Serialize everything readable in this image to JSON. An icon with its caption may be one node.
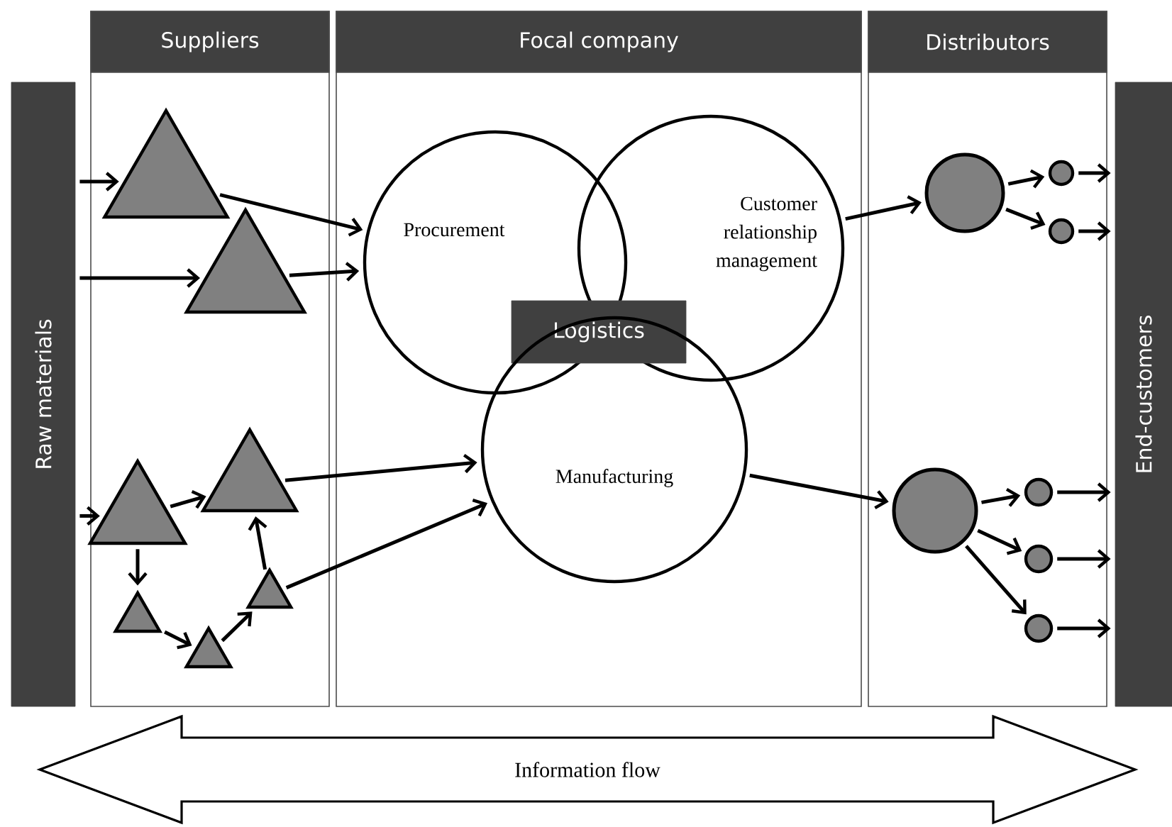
{
  "diagram": {
    "nodes": [
      {
        "text": [
          "Raw materials"
        ]
      },
      {
        "text": [
          "Suppliers"
        ]
      },
      {
        "text": [
          "Focal company"
        ]
      },
      {
        "text": [
          "Distributors"
        ]
      },
      {
        "text": [
          "End-customers"
        ]
      },
      {
        "text": [],
        "shape": "triangle",
        "in": 1
      },
      {
        "text": [],
        "shape": "triangle",
        "in": 1
      },
      {
        "text": [],
        "shape": "triangle",
        "in": 1
      },
      {
        "text": [],
        "shape": "triangle",
        "in": 1
      },
      {
        "text": [],
        "shape": "triangle",
        "in": 1
      },
      {
        "text": [],
        "shape": "triangle",
        "in": 1
      },
      {
        "text": [],
        "shape": "triangle",
        "in": 1
      },
      {
        "text": [
          "Procurement"
        ],
        "in": 2
      },
      {
        "text": [
          "Customer relationship management"
        ],
        "in": 2
      },
      {
        "text": [
          "Logistics"
        ],
        "in": 2
      },
      {
        "text": [
          "Manufacturing"
        ],
        "in": 2
      },
      {
        "text": [],
        "shape": "circle",
        "in": 3
      },
      {
        "text": [],
        "shape": "circle",
        "in": 3
      },
      {
        "text": [],
        "shape": "circle",
        "in": 3
      },
      {
        "text": [],
        "shape": "circle",
        "in": 3
      },
      {
        "text": [],
        "shape": "circle",
        "in": 3
      },
      {
        "text": [],
        "shape": "circle",
        "in": 3
      },
      {
        "text": [],
        "shape": "circle",
        "in": 3
      },
      {
        "text": [
          "Information flow"
        ]
      }
    ],
    "edges": [
      {
        "from": 0,
        "to": 5,
        "arrow": "to"
      },
      {
        "from": 0,
        "to": 6,
        "arrow": "to"
      },
      {
        "from": 0,
        "to": 7,
        "arrow": "to"
      },
      {
        "from": 5,
        "to": 12,
        "arrow": "to"
      },
      {
        "from": 6,
        "to": 12,
        "arrow": "to"
      },
      {
        "from": 7,
        "to": 8,
        "arrow": "to"
      },
      {
        "from": 8,
        "to": 15,
        "arrow": "to"
      },
      {
        "from": 7,
        "to": 9,
        "arrow": "to"
      },
      {
        "from": 9,
        "to": 10,
        "arrow": "to"
      },
      {
        "from": 10,
        "to": 11,
        "arrow": "to"
      },
      {
        "from": 11,
        "to": 8,
        "arrow": "to"
      },
      {
        "from": 11,
        "to": 15,
        "arrow": "to"
      },
      {
        "from": 13,
        "to": 16,
        "arrow": "to"
      },
      {
        "from": 16,
        "to": 17,
        "arrow": "to"
      },
      {
        "from": 16,
        "to": 18,
        "arrow": "to"
      },
      {
        "from": 17,
        "to": 4,
        "arrow": "to"
      },
      {
        "from": 18,
        "to": 4,
        "arrow": "to"
      },
      {
        "from": 15,
        "to": 19,
        "arrow": "to"
      },
      {
        "from": 19,
        "to": 20,
        "arrow": "to"
      },
      {
        "from": 19,
        "to": 21,
        "arrow": "to"
      },
      {
        "from": 19,
        "to": 22,
        "arrow": "to"
      },
      {
        "from": 20,
        "to": 4,
        "arrow": "to"
      },
      {
        "from": 21,
        "to": 4,
        "arrow": "to"
      },
      {
        "from": 22,
        "to": 4,
        "arrow": "to"
      }
    ]
  }
}
